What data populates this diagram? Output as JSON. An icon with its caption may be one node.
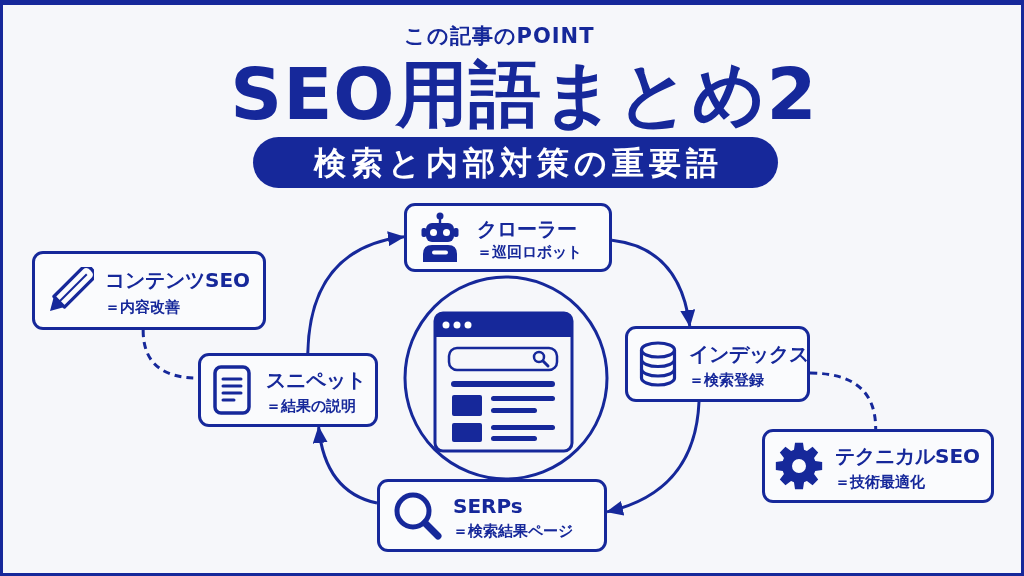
{
  "diagram": {
    "title": "SEO用語まとめ2",
    "nodes": [
      {
        "text": [
          "検索と内部対策の重要語"
        ]
      },
      {
        "text": [
          "クローラー",
          "＝巡回ロボット"
        ]
      },
      {
        "text": [
          "インデックス",
          "＝検索登録"
        ]
      },
      {
        "text": [
          "SERPs",
          "＝検索結果ページ"
        ]
      },
      {
        "text": [
          "スニペット",
          "＝結果の説明"
        ]
      },
      {
        "text": [
          "コンテンツSEO",
          "＝内容改善"
        ]
      },
      {
        "text": [
          "テクニカルSEO",
          "＝技術最適化"
        ]
      }
    ],
    "edges": [
      {
        "from": 1,
        "to": 2,
        "arrow": "to"
      },
      {
        "from": 2,
        "to": 3,
        "arrow": "to"
      },
      {
        "from": 3,
        "to": 4,
        "arrow": "to"
      },
      {
        "from": 4,
        "to": 1,
        "arrow": "to"
      },
      {
        "from": 5,
        "to": 4,
        "arrow": "none",
        "style": "dashed"
      },
      {
        "from": 2,
        "to": 6,
        "arrow": "none",
        "style": "dashed"
      }
    ],
    "labels": [
      "この記事のPOINT"
    ]
  }
}
